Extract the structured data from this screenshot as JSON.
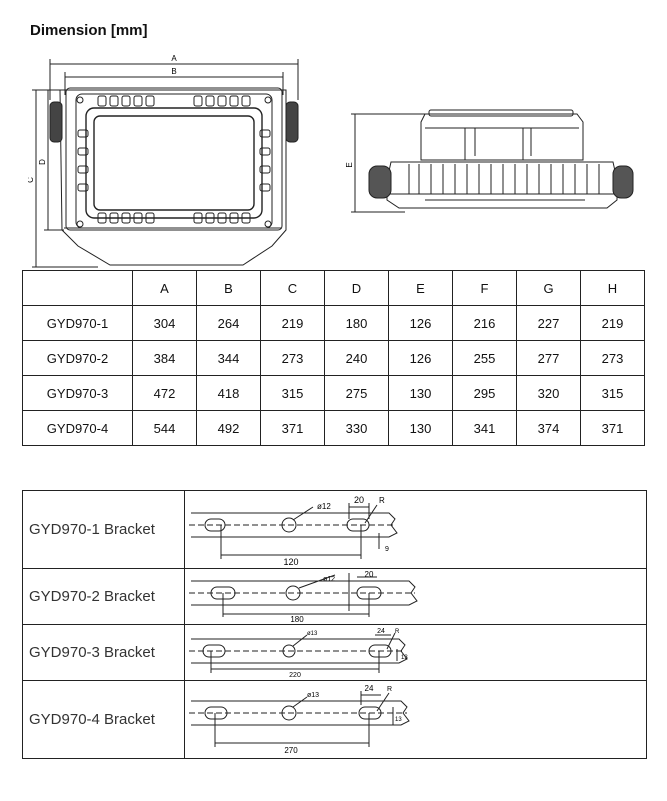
{
  "title": "Dimension [mm]",
  "front_view": {
    "labels": {
      "a": "A",
      "b": "B",
      "c": "C",
      "d": "D"
    }
  },
  "side_view": {
    "labels": {
      "e": "E"
    }
  },
  "dimensions_table": {
    "headers": [
      "",
      "A",
      "B",
      "C",
      "D",
      "E",
      "F",
      "G",
      "H"
    ],
    "rows": [
      [
        "GYD970-1",
        "304",
        "264",
        "219",
        "180",
        "126",
        "216",
        "227",
        "219"
      ],
      [
        "GYD970-2",
        "384",
        "344",
        "273",
        "240",
        "126",
        "255",
        "277",
        "273"
      ],
      [
        "GYD970-3",
        "472",
        "418",
        "315",
        "275",
        "130",
        "295",
        "320",
        "315"
      ],
      [
        "GYD970-4",
        "544",
        "492",
        "371",
        "330",
        "130",
        "341",
        "374",
        "371"
      ]
    ]
  },
  "brackets": [
    {
      "label": "GYD970-1 Bracket",
      "length": "120",
      "hole": "ø12",
      "end": "20",
      "r": "R",
      "height": "9"
    },
    {
      "label": "GYD970-2 Bracket",
      "length": "180",
      "hole": "ø12",
      "end": "20",
      "r": "",
      "height": ""
    },
    {
      "label": "GYD970-3 Bracket",
      "length": "220",
      "hole": "ø13",
      "end": "24",
      "r": "R",
      "height": "13"
    },
    {
      "label": "GYD970-4 Bracket",
      "length": "270",
      "hole": "ø13",
      "end": "24",
      "r": "R",
      "height": "13"
    }
  ]
}
